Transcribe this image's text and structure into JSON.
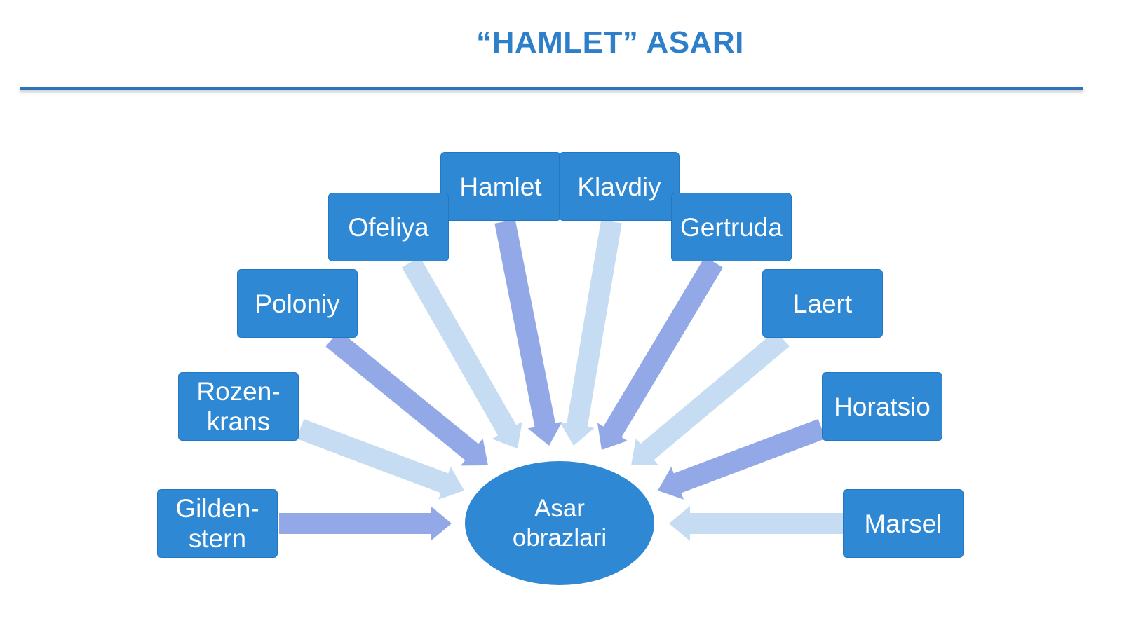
{
  "title": "“HAMLET” ASARI",
  "center": {
    "label": "Asar\nobrazlari"
  },
  "characters": [
    {
      "label": "Hamlet"
    },
    {
      "label": "Klavdiy"
    },
    {
      "label": "Ofeliya"
    },
    {
      "label": "Gertruda"
    },
    {
      "label": "Poloniy"
    },
    {
      "label": "Laert"
    },
    {
      "label": "Rozen-\nkrans"
    },
    {
      "label": "Horatsio"
    },
    {
      "label": "Gilden-\nstern"
    },
    {
      "label": "Marsel"
    }
  ],
  "colors": {
    "node_fill": "#2e88d4",
    "title": "#2e7fc9",
    "arrow_dark": "#93a8e6",
    "arrow_light": "#c6dcf3",
    "rule": "#2f74b8"
  }
}
